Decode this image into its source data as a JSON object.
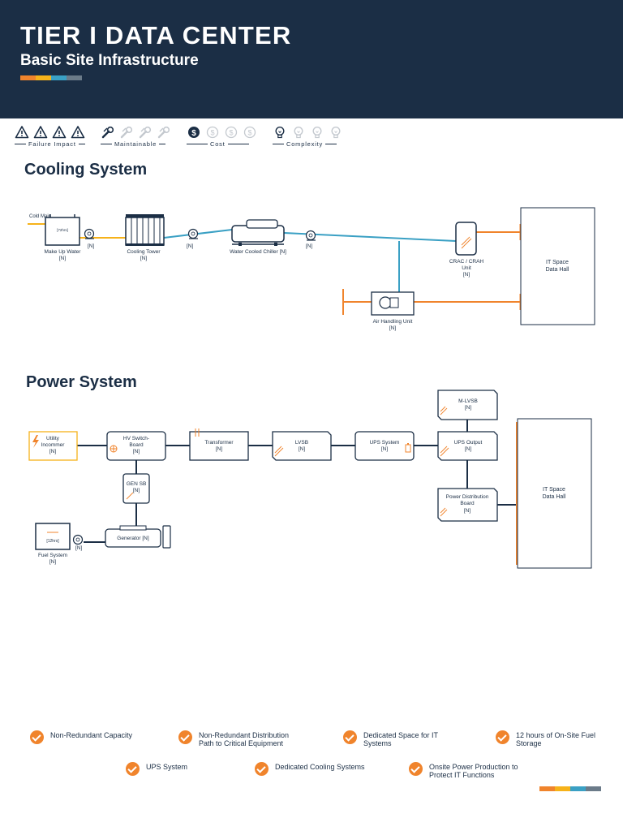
{
  "header": {
    "title": "TIER I DATA CENTER",
    "subtitle": "Basic Site Infrastructure"
  },
  "brand_colors": [
    "#f0842c",
    "#f6b21a",
    "#3aa0c4",
    "#6b7b89"
  ],
  "ratings": [
    {
      "label": "Failure Impact",
      "icon": "warning-triangle-icon",
      "active": 4,
      "total": 4
    },
    {
      "label": "Maintainable",
      "icon": "wrench-icon",
      "active": 1,
      "total": 4
    },
    {
      "label": "Cost",
      "icon": "dollar-coin-icon",
      "active": 1,
      "total": 4
    },
    {
      "label": "Complexity",
      "icon": "lightbulb-icon",
      "active": 1,
      "total": 4
    }
  ],
  "cooling": {
    "title": "Cooling System",
    "cold_main": "Cold Main",
    "makeup_water": {
      "label": "Make Up Water",
      "tag": "[N]",
      "tank_text": "[72hrs]"
    },
    "pump1": "[N]",
    "cooling_tower": {
      "label": "Cooling Tower",
      "tag": "[N]"
    },
    "pump2": "[N]",
    "chiller": {
      "label": "Water Cooled Chiller [N]"
    },
    "pump3": "[N]",
    "crac": {
      "label": "CRAC / CRAH Unit",
      "tag": "[N]"
    },
    "it_space": {
      "label": "IT Space Data Hall"
    },
    "ahu": {
      "label": "Air Handling Unit",
      "tag": "[N]"
    }
  },
  "power": {
    "title": "Power System",
    "utility": {
      "label": "Utility Incommer",
      "tag": "[N]"
    },
    "hv": {
      "label": "HV Switch-Board",
      "tag": "[N]"
    },
    "transformer": {
      "label": "Transformer",
      "tag": "[N]"
    },
    "lvsb": {
      "label": "LVSB",
      "tag": "[N]"
    },
    "ups": {
      "label": "UPS System",
      "tag": "[N]"
    },
    "ups_output": {
      "label": "UPS Output",
      "tag": "[N]"
    },
    "mlvsb": {
      "label": "M-LVSB",
      "tag": "[N]"
    },
    "pdb": {
      "label": "Power Distribution Board",
      "tag": "[N]"
    },
    "it_space": {
      "label": "IT Space Data Hall"
    },
    "gensb": {
      "label": "GEN SB",
      "tag": "[N]"
    },
    "generator": {
      "label": "Generator [N]"
    },
    "fuel": {
      "label": "Fuel System",
      "tag": "[N]",
      "tank_text": "[12hrs]"
    },
    "fuel_pump": "[N]"
  },
  "features": [
    "Non-Redundant Capacity",
    "Non-Redundant Distribution Path to Critical Equipment",
    "Dedicated Space for IT Systems",
    "12 hours of On-Site Fuel Storage",
    "UPS System",
    "Dedicated Cooling Systems",
    "Onsite Power Production to Protect IT Functions"
  ]
}
